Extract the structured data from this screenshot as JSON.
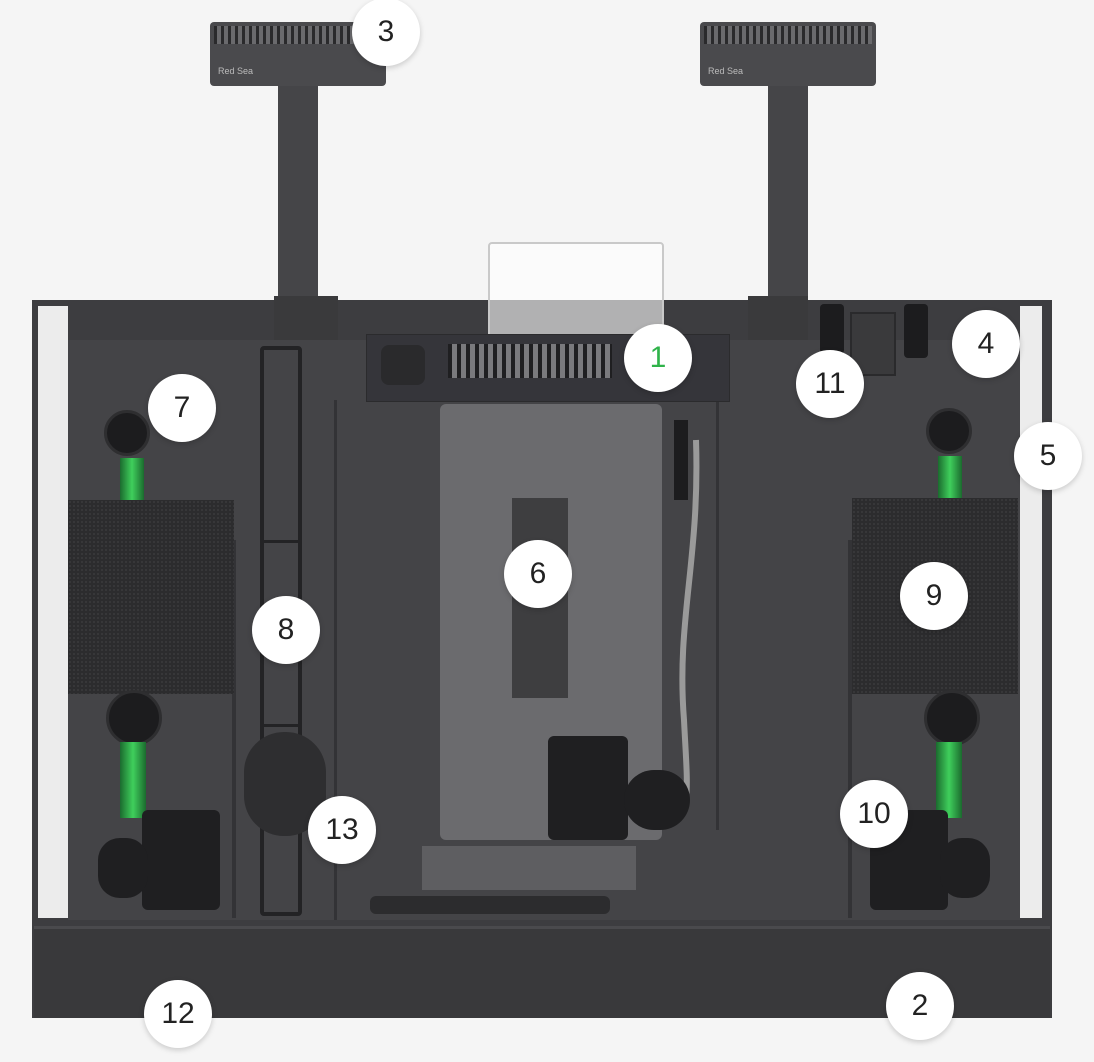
{
  "markers": [
    {
      "label": "1",
      "active": true
    },
    {
      "label": "2"
    },
    {
      "label": "3"
    },
    {
      "label": "4"
    },
    {
      "label": "5"
    },
    {
      "label": "6"
    },
    {
      "label": "7"
    },
    {
      "label": "8"
    },
    {
      "label": "9"
    },
    {
      "label": "10"
    },
    {
      "label": "11"
    },
    {
      "label": "12"
    },
    {
      "label": "13"
    }
  ],
  "lights": {
    "brand": "Red Sea"
  },
  "colors": {
    "active_marker": "#2fb34a",
    "tube_green": "#3fcf5c",
    "cabinet": "#3d3d40"
  }
}
